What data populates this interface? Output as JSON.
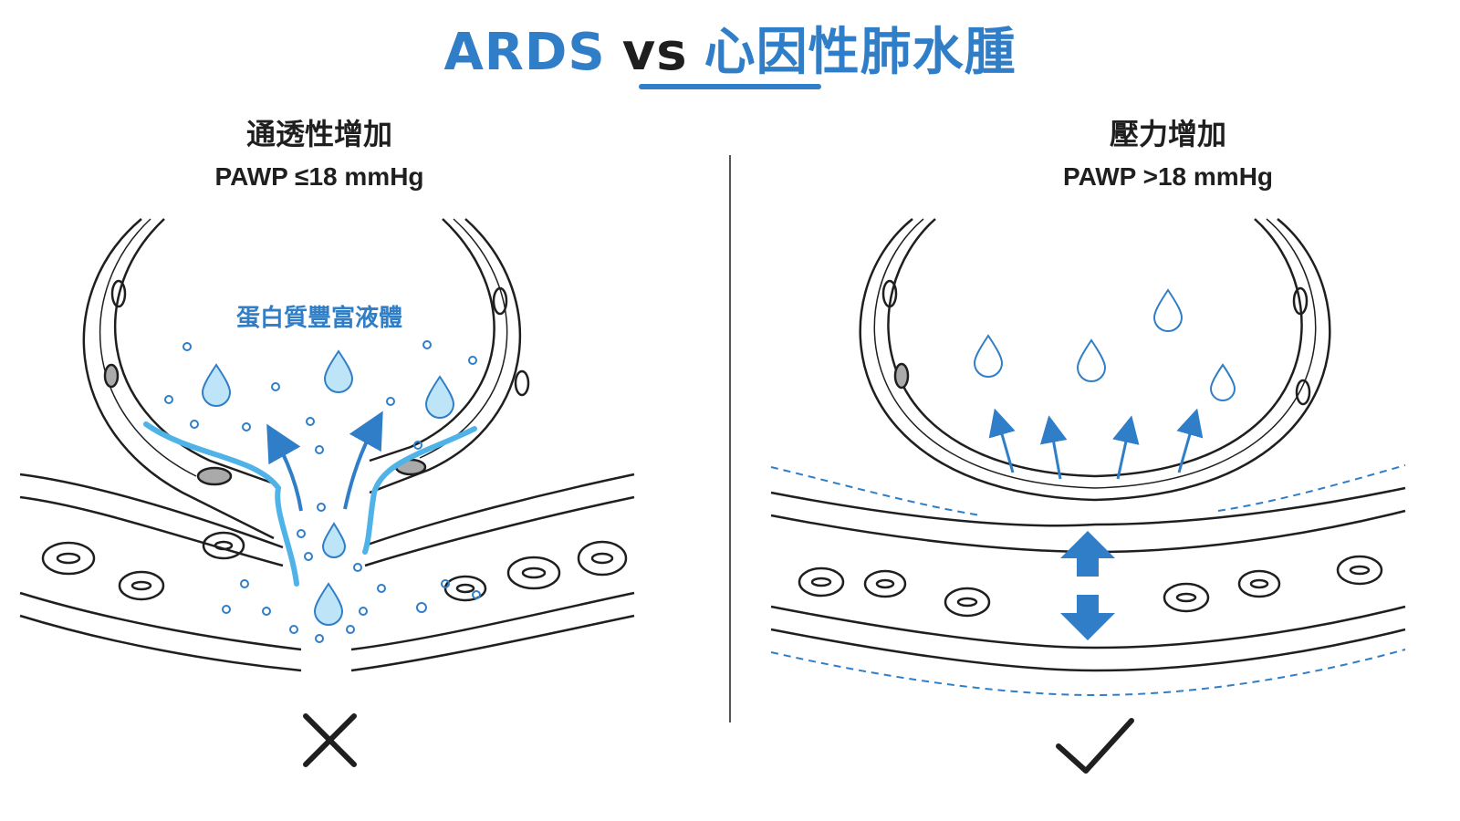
{
  "header": {
    "title_ards": "ARDS",
    "title_vs": "vs",
    "title_cardio": "心因性肺水腫"
  },
  "left_panel": {
    "title": "通透性增加",
    "pawp": "PAWP ≤18 mmHg",
    "fluid_label": "蛋白質豐富液體",
    "mark_icon": "cross-icon"
  },
  "right_panel": {
    "title": "壓力增加",
    "pawp": "PAWP >18 mmHg",
    "mark_icon": "check-icon"
  },
  "colors": {
    "accent": "#2f7ec7",
    "fluid": "#8fd0ef",
    "line": "#1f1f1f"
  }
}
